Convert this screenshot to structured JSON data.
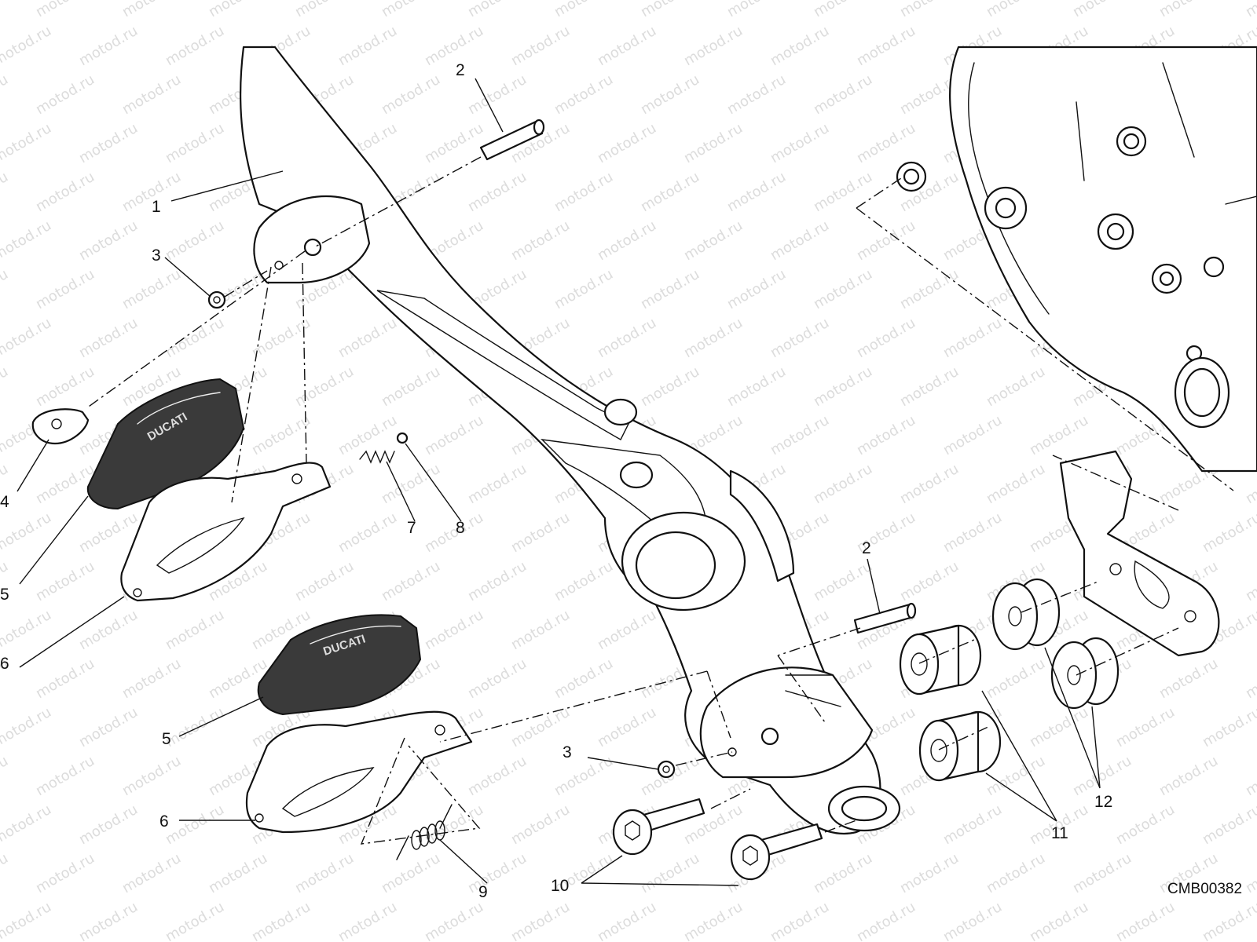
{
  "watermark": "motod.ru",
  "drawing_code": "CMB00382",
  "callouts": [
    "1",
    "2",
    "3",
    "4",
    "5",
    "6",
    "7",
    "8",
    "2",
    "3",
    "5",
    "6",
    "9",
    "10",
    "11",
    "12"
  ],
  "colors": {
    "ink": "#111111",
    "pad": "#3a3a3a",
    "watermark": "#dcdcdc"
  }
}
